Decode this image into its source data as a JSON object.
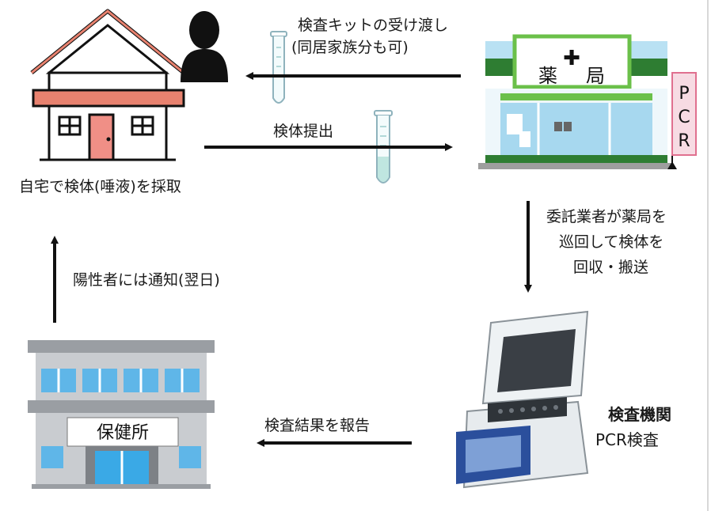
{
  "labels": {
    "kit_handover_line1": "検査キットの受け渡し",
    "kit_handover_line2": "(同居家族分も可)",
    "specimen_submit": "検体提出",
    "home_collect": "自宅で検体(唾液)を採取",
    "courier_line1": "委託業者が薬局を",
    "courier_line2": "巡回して検体を",
    "courier_line3": "回収・搬送",
    "notify_positive": "陽性者には通知(翌日)",
    "report_results": "検査結果を報告",
    "lab_title": "検査機関",
    "lab_subtitle": "PCR検査"
  },
  "pharmacy_sign": {
    "cross": "✚",
    "char1": "薬",
    "char2": "局"
  },
  "pcr_banner": {
    "p": "P",
    "c": "C",
    "r": "R"
  },
  "health_center_sign": "保健所",
  "colors": {
    "roof": "#e8826f",
    "door": "#f08f86",
    "pharmacy_green": "#2e7d32",
    "pharmacy_glass": "#a7d8ef",
    "pcr_banner_bg": "#f7dbe3",
    "pcr_banner_border": "#e0708f",
    "health_center_glass": "#5fb6e8",
    "health_center_wall": "#b8bcc0",
    "machine_blue": "#2b4f9c"
  }
}
